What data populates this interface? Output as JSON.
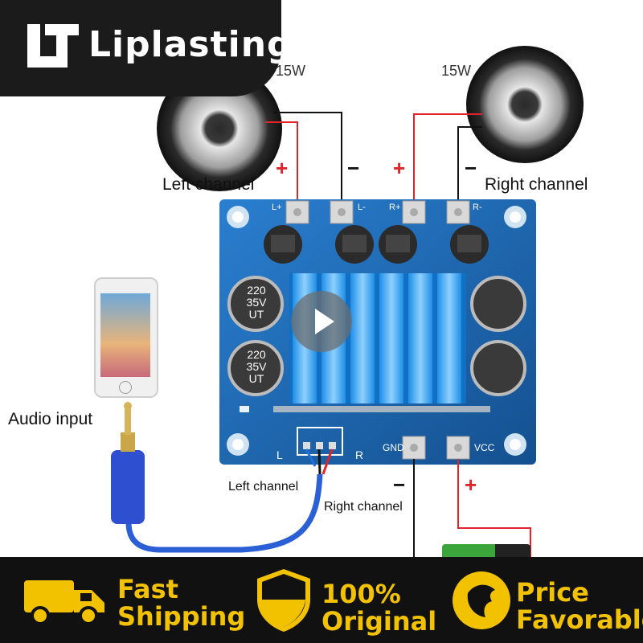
{
  "brand": {
    "name": "Liplasting",
    "logo_icon": "lt-monogram"
  },
  "speakers": {
    "left": {
      "power": "15W",
      "label": "Left channel"
    },
    "right": {
      "power": "15W",
      "label": "Right channel"
    }
  },
  "polarity": {
    "plus": "+",
    "minus": "−"
  },
  "input": {
    "label": "Audio input",
    "left_channel": "Left channel",
    "right_channel": "Right channel"
  },
  "board": {
    "terminals": [
      "L+",
      "L-",
      "R+",
      "R-"
    ],
    "power_terminals": [
      "GND",
      "VCC"
    ],
    "capacitor_text": [
      "220",
      "35V",
      "UT"
    ],
    "input_letters": [
      "L",
      "R"
    ]
  },
  "features": [
    {
      "icon": "truck-icon",
      "line1": "Fast",
      "line2": "Shipping"
    },
    {
      "icon": "shield-icon",
      "line1": "100%",
      "line2": "Original"
    },
    {
      "icon": "price-icon",
      "line1": "Price",
      "line2": "Favorable"
    }
  ],
  "colors": {
    "accent": "#f2c200",
    "dark": "#111111",
    "wire_red": "#e0242b",
    "board_blue": "#1b6fc1"
  }
}
